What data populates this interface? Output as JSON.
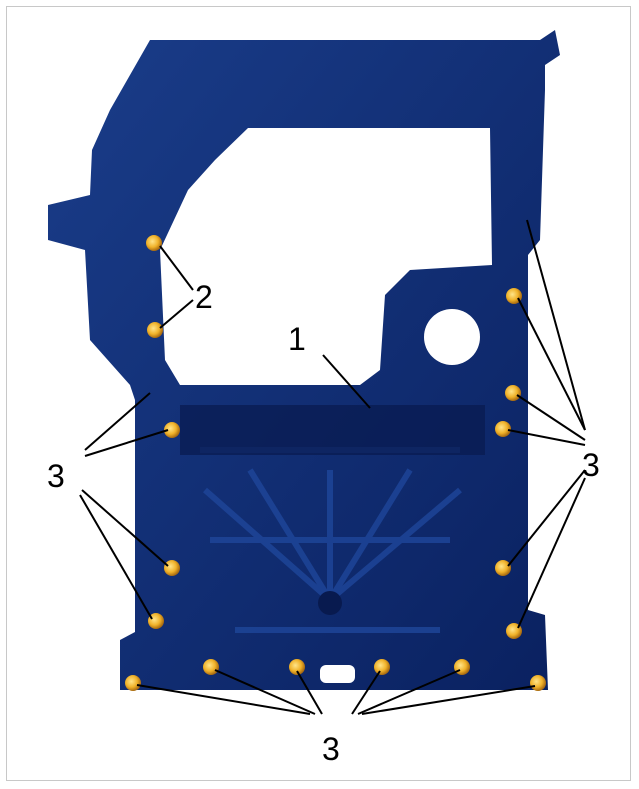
{
  "diagram": {
    "part_color": "#0d2a6b",
    "bolt_color": "#f0b22a",
    "callouts": {
      "label_1": "1",
      "label_2": "2",
      "label_3_left": "3",
      "label_3_right": "3",
      "label_3_bottom": "3"
    }
  }
}
